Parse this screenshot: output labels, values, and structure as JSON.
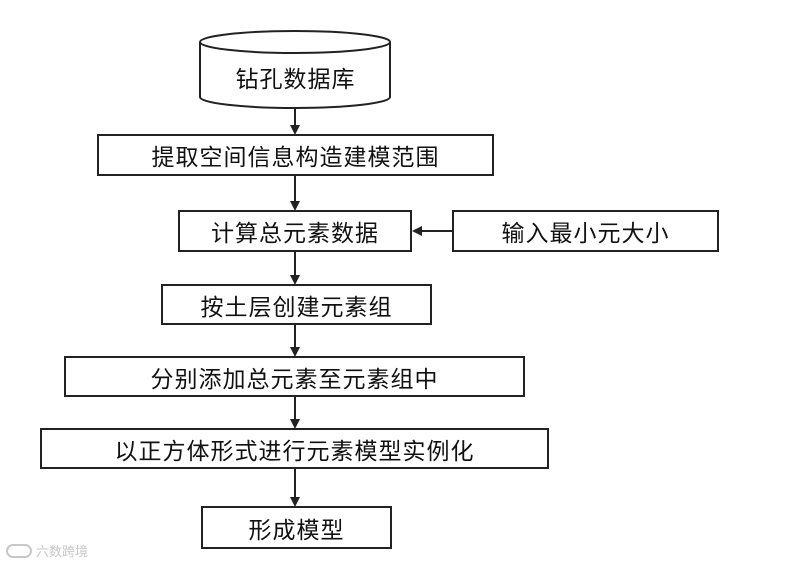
{
  "diagram": {
    "database": "钻孔数据库",
    "steps": [
      "提取空间信息构造建模范围",
      "计算总元素数据",
      "按土层创建元素组",
      "分别添加总元素至元素组中",
      "以正方体形式进行元素模型实例化",
      "形成模型"
    ],
    "side_input": "输入最小元大小"
  },
  "watermark": {
    "text": "六数跨境"
  }
}
